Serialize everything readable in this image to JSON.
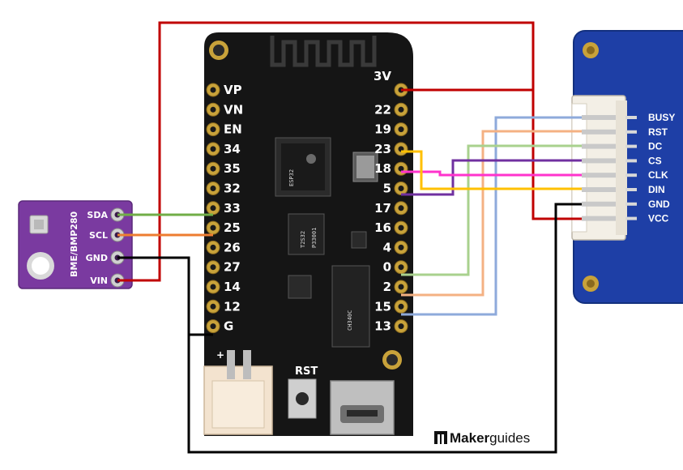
{
  "board": {
    "left_pins": [
      "VP",
      "VN",
      "EN",
      "34",
      "35",
      "32",
      "33",
      "25",
      "26",
      "27",
      "14",
      "12",
      "G"
    ],
    "right_pins": [
      "3V",
      "22",
      "19",
      "23",
      "18",
      "5",
      "17",
      "16",
      "4",
      "0",
      "2",
      "15",
      "13"
    ],
    "rst_label": "RST",
    "plus_label": "+",
    "chips": {
      "esp_marking": "ESP32",
      "regulator_marking_1": "T2S32",
      "regulator_marking_2": "P33001",
      "usb_chip_marking": "CH340C"
    }
  },
  "sensor": {
    "name": "BME/BMP280",
    "pins": [
      "SDA",
      "SCL",
      "GND",
      "VIN"
    ]
  },
  "display": {
    "pins": [
      "BUSY",
      "RST",
      "DC",
      "CS",
      "CLK",
      "DIN",
      "GND",
      "VCC"
    ]
  },
  "wire_colors": {
    "power": "#c00000",
    "ground": "#000000",
    "sda": "#70ad47",
    "scl": "#ed7d31",
    "busy": "#8eaadb",
    "rst": "#f4b183",
    "dc": "#a9d18e",
    "cs": "#7030a0",
    "clk": "#ff33cc",
    "din": "#ffc000"
  },
  "brand": {
    "prefix": "Maker",
    "suffix": "guides"
  }
}
